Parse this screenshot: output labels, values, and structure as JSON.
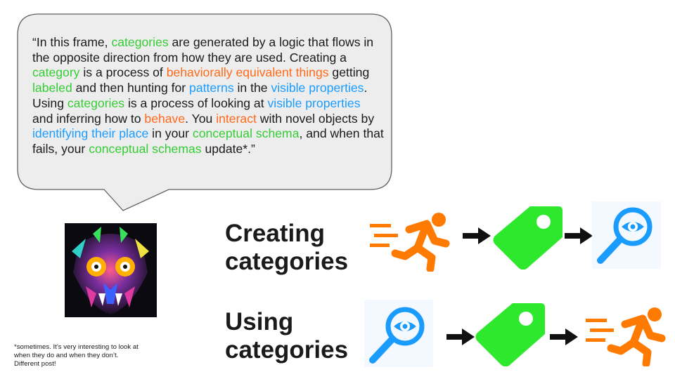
{
  "quote": {
    "segments": [
      {
        "text": "“In this frame, ",
        "color": "default"
      },
      {
        "text": "categories",
        "color": "green"
      },
      {
        "text": " are generated by a logic that flows in the opposite direction from how they are used. Creating a ",
        "color": "default"
      },
      {
        "text": "category",
        "color": "green"
      },
      {
        "text": " is a process of ",
        "color": "default"
      },
      {
        "text": "behaviorally equivalent things",
        "color": "orange"
      },
      {
        "text": " getting ",
        "color": "default"
      },
      {
        "text": "labeled",
        "color": "green"
      },
      {
        "text": " and then hunting for ",
        "color": "default"
      },
      {
        "text": "patterns",
        "color": "blue"
      },
      {
        "text": " in the ",
        "color": "default"
      },
      {
        "text": "visible properties",
        "color": "blue"
      },
      {
        "text": ". Using ",
        "color": "default"
      },
      {
        "text": "categories",
        "color": "green"
      },
      {
        "text": " is a process of looking at ",
        "color": "default"
      },
      {
        "text": "visible properties",
        "color": "blue"
      },
      {
        "text": " and inferring how to ",
        "color": "default"
      },
      {
        "text": "behave",
        "color": "orange"
      },
      {
        "text": ". You ",
        "color": "default"
      },
      {
        "text": "interact",
        "color": "orange"
      },
      {
        "text": " with novel objects by ",
        "color": "default"
      },
      {
        "text": "identifying their place",
        "color": "blue"
      },
      {
        "text": " in your ",
        "color": "default"
      },
      {
        "text": "conceptual schema",
        "color": "green"
      },
      {
        "text": ", and when that fails, your ",
        "color": "default"
      },
      {
        "text": "conceptual schemas",
        "color": "green"
      },
      {
        "text": " update*.”",
        "color": "default"
      }
    ]
  },
  "footnote": "*sometimes. It’s very interesting to look at when they do and when they don’t. Different post!",
  "rows": {
    "creating": {
      "line1": "Creating",
      "line2": "categories"
    },
    "using": {
      "line1": "Using",
      "line2": "categories"
    }
  },
  "colors": {
    "default": "#1a1a1a",
    "green": "#36cc36",
    "orange": "#ff6a1a",
    "blue": "#1a9cff",
    "bubble_fill": "#ededed",
    "bubble_stroke": "#606060",
    "tag": "#2ee82e",
    "runner": "#ff7a00",
    "magnifier": "#1a9cff"
  },
  "icons": {
    "creating": [
      "running-person-icon",
      "arrow-right-icon",
      "tag-icon",
      "arrow-right-icon",
      "magnifying-eye-icon"
    ],
    "using": [
      "magnifying-eye-icon",
      "arrow-right-icon",
      "tag-icon",
      "arrow-right-icon",
      "running-person-icon"
    ]
  }
}
